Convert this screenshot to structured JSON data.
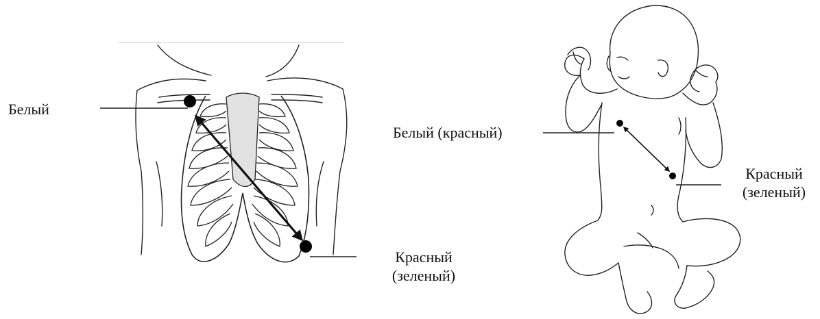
{
  "adult_figure": {
    "label_white": "Белый",
    "label_red": "Красный",
    "label_red_alt": "(зеленый)"
  },
  "infant_figure": {
    "label_white": "Белый (красный)",
    "label_red": "Красный",
    "label_red_alt": "(зеленый)"
  },
  "colors": {
    "line": "#222222",
    "sternum_fill": "#e2e2e2",
    "electrode": "#000000"
  }
}
